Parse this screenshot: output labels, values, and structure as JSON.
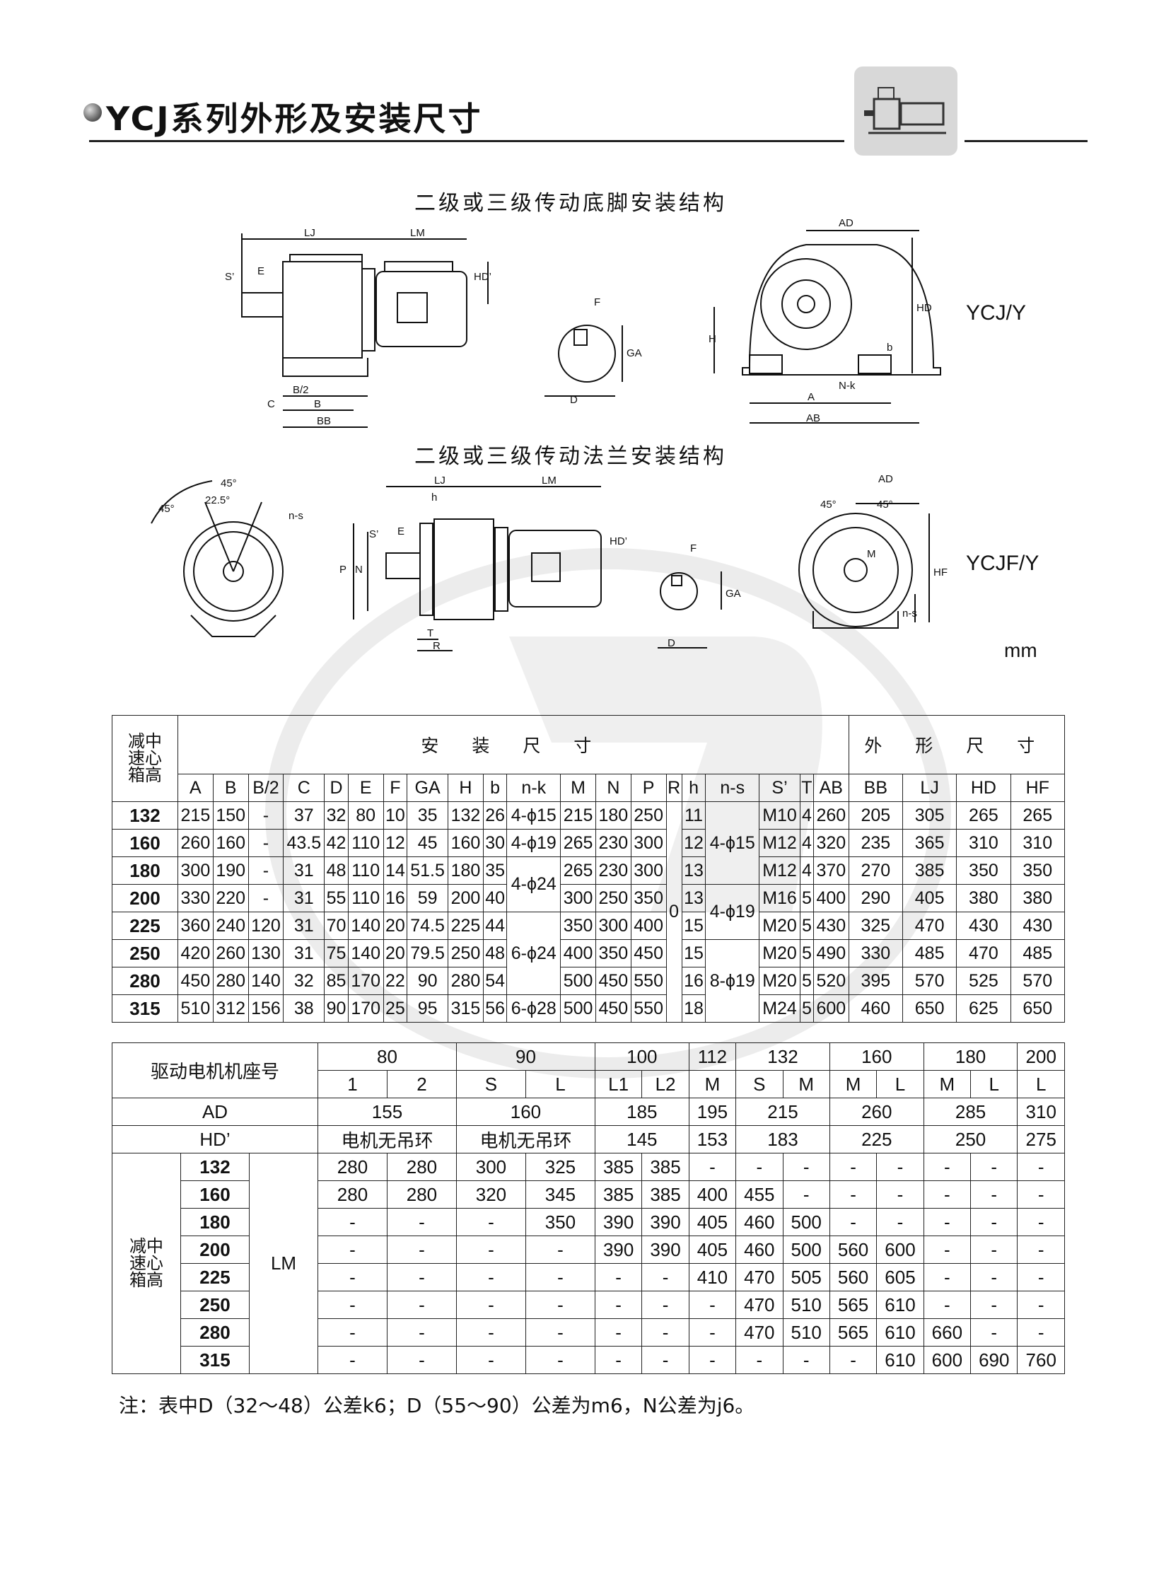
{
  "header": {
    "title": "YCJ系列外形及安装尺寸"
  },
  "sections": {
    "foot_title": "二级或三级传动底脚安装结构",
    "flange_title": "二级或三级传动法兰安装结构",
    "foot_model": "YCJ/Y",
    "flange_model": "YCJF/Y",
    "unit": "mm"
  },
  "drawing_labels": {
    "foot": {
      "LJ": "LJ",
      "LM": "LM",
      "S": "S’",
      "E": "E",
      "HDp": "HD’",
      "C": "C",
      "B2": "B/2",
      "B": "B",
      "BB": "BB",
      "F": "F",
      "GA": "GA",
      "D": "D",
      "AD": "AD",
      "HD": "HD",
      "H": "H",
      "b": "b",
      "A": "A",
      "Nk": "N-k",
      "AB": "AB"
    },
    "flange": {
      "a45": "45°",
      "a225": "22.5°",
      "ns": "n-s",
      "LJ": "LJ",
      "LM": "LM",
      "h": "h",
      "S": "S’",
      "E": "E",
      "P": "P",
      "N": "N",
      "HDp": "HD’",
      "T": "T",
      "R": "R",
      "F": "F",
      "GA": "GA",
      "D": "D",
      "AD": "AD",
      "M": "M",
      "HF": "HF"
    }
  },
  "install_table": {
    "row_header": "减中\n速心\n箱高",
    "group_install": "安 装 尺 寸",
    "group_outline": "外 形 尺 寸",
    "columns": [
      "A",
      "B",
      "B/2",
      "C",
      "D",
      "E",
      "F",
      "GA",
      "H",
      "b",
      "n-k",
      "M",
      "N",
      "P",
      "R",
      "h",
      "n-s",
      "S’",
      "T",
      "AB",
      "BB",
      "LJ",
      "HD",
      "HF"
    ],
    "rows": [
      {
        "code": "132",
        "A": "215",
        "B": "150",
        "B2": "-",
        "C": "37",
        "D": "32",
        "E": "80",
        "F": "10",
        "GA": "35",
        "H": "132",
        "b": "26",
        "nk": "4-ϕ15",
        "M": "215",
        "N": "180",
        "P": "250",
        "h": "11",
        "S": "M10",
        "T": "4",
        "AB": "260",
        "BB": "205",
        "LJ": "305",
        "HD": "265",
        "HF": "265"
      },
      {
        "code": "160",
        "A": "260",
        "B": "160",
        "B2": "-",
        "C": "43.5",
        "D": "42",
        "E": "110",
        "F": "12",
        "GA": "45",
        "H": "160",
        "b": "30",
        "nk": "4-ϕ19",
        "M": "265",
        "N": "230",
        "P": "300",
        "h": "12",
        "S": "M12",
        "T": "4",
        "AB": "320",
        "BB": "235",
        "LJ": "365",
        "HD": "310",
        "HF": "310"
      },
      {
        "code": "180",
        "A": "300",
        "B": "190",
        "B2": "-",
        "C": "31",
        "D": "48",
        "E": "110",
        "F": "14",
        "GA": "51.5",
        "H": "180",
        "b": "35",
        "M": "265",
        "N": "230",
        "P": "300",
        "h": "13",
        "S": "M12",
        "T": "4",
        "AB": "370",
        "BB": "270",
        "LJ": "385",
        "HD": "350",
        "HF": "350"
      },
      {
        "code": "200",
        "A": "330",
        "B": "220",
        "B2": "-",
        "C": "31",
        "D": "55",
        "E": "110",
        "F": "16",
        "GA": "59",
        "H": "200",
        "b": "40",
        "M": "300",
        "N": "250",
        "P": "350",
        "h": "13",
        "S": "M16",
        "T": "5",
        "AB": "400",
        "BB": "290",
        "LJ": "405",
        "HD": "380",
        "HF": "380"
      },
      {
        "code": "225",
        "A": "360",
        "B": "240",
        "B2": "120",
        "C": "31",
        "D": "70",
        "E": "140",
        "F": "20",
        "GA": "74.5",
        "H": "225",
        "b": "44",
        "M": "350",
        "N": "300",
        "P": "400",
        "h": "15",
        "S": "M20",
        "T": "5",
        "AB": "430",
        "BB": "325",
        "LJ": "470",
        "HD": "430",
        "HF": "430"
      },
      {
        "code": "250",
        "A": "420",
        "B": "260",
        "B2": "130",
        "C": "31",
        "D": "75",
        "E": "140",
        "F": "20",
        "GA": "79.5",
        "H": "250",
        "b": "48",
        "M": "400",
        "N": "350",
        "P": "450",
        "h": "15",
        "S": "M20",
        "T": "5",
        "AB": "490",
        "BB": "330",
        "LJ": "485",
        "HD": "470",
        "HF": "485"
      },
      {
        "code": "280",
        "A": "450",
        "B": "280",
        "B2": "140",
        "C": "32",
        "D": "85",
        "E": "170",
        "F": "22",
        "GA": "90",
        "H": "280",
        "b": "54",
        "M": "500",
        "N": "450",
        "P": "550",
        "h": "16",
        "S": "M20",
        "T": "5",
        "AB": "520",
        "BB": "395",
        "LJ": "570",
        "HD": "525",
        "HF": "570"
      },
      {
        "code": "315",
        "A": "510",
        "B": "312",
        "B2": "156",
        "C": "38",
        "D": "90",
        "E": "170",
        "F": "25",
        "GA": "95",
        "H": "315",
        "b": "56",
        "nk": "6-ϕ28",
        "M": "500",
        "N": "450",
        "P": "550",
        "h": "18",
        "S": "M24",
        "T": "5",
        "AB": "600",
        "BB": "460",
        "LJ": "650",
        "HD": "625",
        "HF": "650"
      }
    ],
    "merged": {
      "nk_180_200": "4-ϕ24",
      "nk_225_280": "6-ϕ24",
      "R_all": "0",
      "ns_132_180": "4-ϕ15",
      "ns_200_225": "4-ϕ19",
      "ns_250_315": "8-ϕ19"
    }
  },
  "motor_table": {
    "frame_label": "驱动电机机座号",
    "frames": [
      "80",
      "90",
      "100",
      "112",
      "132",
      "160",
      "180",
      "200"
    ],
    "subtypes": [
      "1",
      "2",
      "S",
      "L",
      "L1",
      "L2",
      "M",
      "S",
      "M",
      "M",
      "L",
      "M",
      "L",
      "L"
    ],
    "AD_label": "AD",
    "AD_values": [
      "155",
      "160",
      "185",
      "195",
      "215",
      "260",
      "285",
      "310"
    ],
    "HD_label": "HD’",
    "HD_values": [
      "电机无吊环",
      "电机无吊环",
      "145",
      "153",
      "183",
      "225",
      "250",
      "275"
    ],
    "row_header": "减中\n速心\n箱高",
    "lm_label": "LM",
    "rows": [
      {
        "code": "132",
        "v": [
          "280",
          "280",
          "300",
          "325",
          "385",
          "385",
          "-",
          "-",
          "-",
          "-",
          "-",
          "-",
          "-",
          "-"
        ]
      },
      {
        "code": "160",
        "v": [
          "280",
          "280",
          "320",
          "345",
          "385",
          "385",
          "400",
          "455",
          "-",
          "-",
          "-",
          "-",
          "-",
          "-"
        ]
      },
      {
        "code": "180",
        "v": [
          "-",
          "-",
          "-",
          "350",
          "390",
          "390",
          "405",
          "460",
          "500",
          "-",
          "-",
          "-",
          "-",
          "-"
        ]
      },
      {
        "code": "200",
        "v": [
          "-",
          "-",
          "-",
          "-",
          "390",
          "390",
          "405",
          "460",
          "500",
          "560",
          "600",
          "-",
          "-",
          "-"
        ]
      },
      {
        "code": "225",
        "v": [
          "-",
          "-",
          "-",
          "-",
          "-",
          "-",
          "410",
          "470",
          "505",
          "560",
          "605",
          "-",
          "-",
          "-"
        ]
      },
      {
        "code": "250",
        "v": [
          "-",
          "-",
          "-",
          "-",
          "-",
          "-",
          "-",
          "470",
          "510",
          "565",
          "610",
          "-",
          "-",
          "-"
        ]
      },
      {
        "code": "280",
        "v": [
          "-",
          "-",
          "-",
          "-",
          "-",
          "-",
          "-",
          "470",
          "510",
          "565",
          "610",
          "660",
          "-",
          "-"
        ]
      },
      {
        "code": "315",
        "v": [
          "-",
          "-",
          "-",
          "-",
          "-",
          "-",
          "-",
          "-",
          "-",
          "-",
          "610",
          "600",
          "690",
          "760"
        ]
      }
    ]
  },
  "note": "注：表中D（32～48）公差k6；D（55～90）公差为m6，N公差为j6。"
}
